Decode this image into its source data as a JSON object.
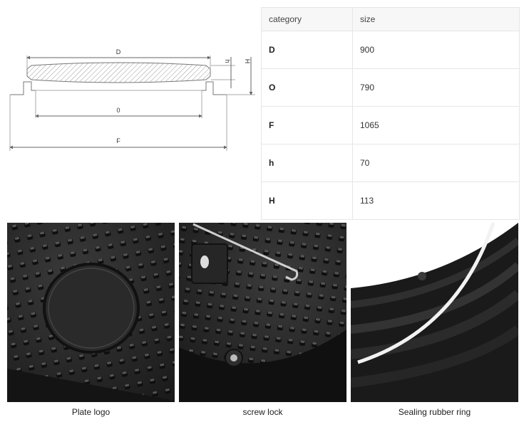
{
  "diagram": {
    "labels": {
      "D": "D",
      "O": "0",
      "F": "F",
      "h": "h",
      "H": "H"
    }
  },
  "table": {
    "headers": [
      "category",
      "size"
    ],
    "rows": [
      {
        "category": "D",
        "size": "900"
      },
      {
        "category": "O",
        "size": "790"
      },
      {
        "category": "F",
        "size": "1065"
      },
      {
        "category": "h",
        "size": "70"
      },
      {
        "category": "H",
        "size": "113"
      }
    ]
  },
  "photos": [
    {
      "caption": "Plate logo"
    },
    {
      "caption": "screw lock"
    },
    {
      "caption": "Sealing rubber ring"
    }
  ]
}
